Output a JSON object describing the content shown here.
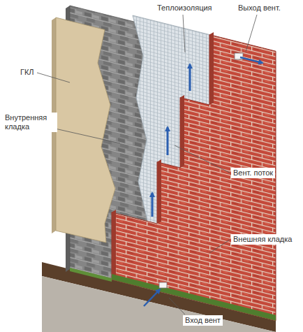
{
  "diagram": {
    "labels": [
      "Теплоизоляция",
      "Выход вент.",
      "ГКЛ",
      "Внутренняя кладка",
      "Вент. поток",
      "Внешняя кладка",
      "Вход вент"
    ]
  }
}
